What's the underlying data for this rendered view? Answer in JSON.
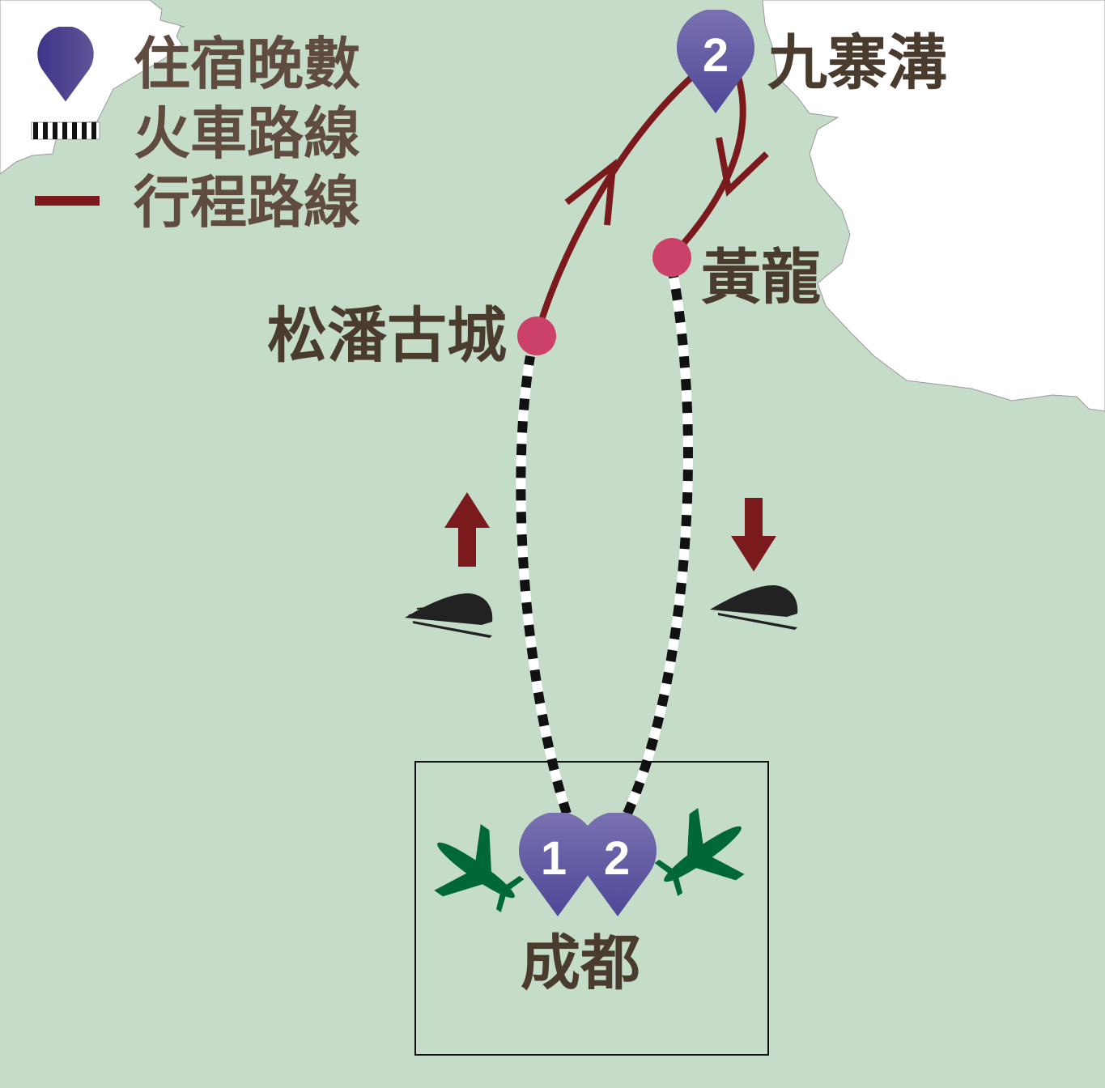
{
  "legend": {
    "items": [
      {
        "icon": "map-pin-icon",
        "label": "住宿晚數"
      },
      {
        "icon": "railway-icon",
        "label": "火車路線"
      },
      {
        "icon": "route-line-icon",
        "label": "行程路線"
      }
    ]
  },
  "places": {
    "jiuzhaigou": {
      "name": "九寨溝",
      "nights": "2"
    },
    "huanglong": {
      "name": "黃龍"
    },
    "songpan": {
      "name": "松潘古城"
    },
    "chengdu": {
      "name": "成都",
      "nights_first": "1",
      "nights_second": "2"
    }
  },
  "colors": {
    "background": "#c5ddc8",
    "route": "#7a1a1c",
    "stop": "#cc4169",
    "pin": "#5a54a0",
    "airport": "#006837",
    "label": "#4a3b2f"
  }
}
